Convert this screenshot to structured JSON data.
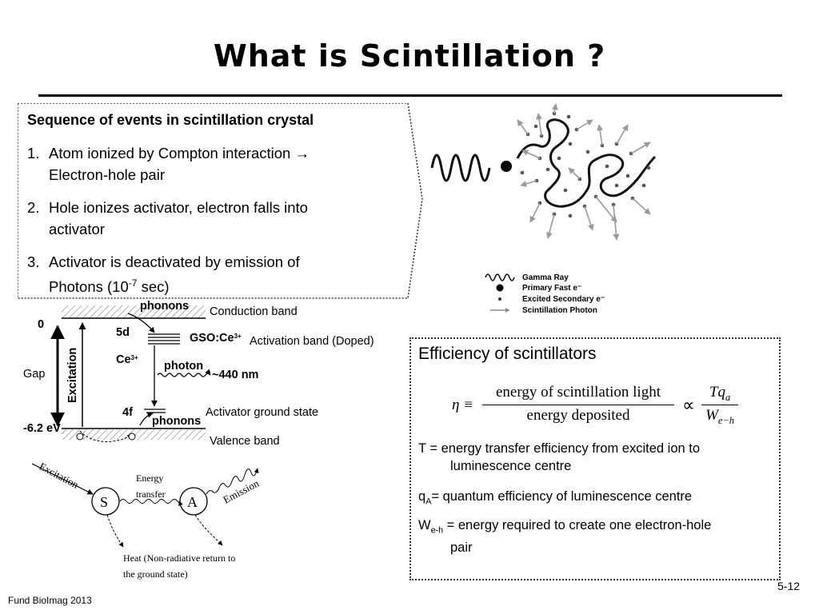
{
  "title": "What is Scintillation ?",
  "sequence": {
    "heading": "Sequence of events in scintillation crystal",
    "items": [
      {
        "num": "1.",
        "line1": "Atom ionized by Compton interaction →",
        "line2": "Electron-hole pair"
      },
      {
        "num": "2.",
        "line1": "Hole ionizes activator, electron falls into",
        "line2": "activator"
      },
      {
        "num": "3.",
        "line1": "Activator is deactivated by emission of",
        "line2_pre": "Photons (10",
        "line2_sup": "-7",
        "line2_post": " sec)"
      }
    ]
  },
  "legend": [
    "Gamma Ray",
    "Primary Fast e⁻",
    "Excited Secondary e⁻",
    "Scintillation Photon"
  ],
  "energy_diagram": {
    "phonons_top": "phonons",
    "level_zero": "0",
    "level_5d": "5d",
    "gso": "GSO:Ce",
    "gso_sup": "3+",
    "ce": "Ce",
    "ce_sup": "3+",
    "photon": "photon",
    "wavelength": "~440 nm",
    "excitation": "Excitation",
    "gap": "Gap",
    "level_4f": "4f",
    "phonons_bottom": "phonons",
    "level_low": "-6.2 eV",
    "conduction_band": "Conduction band",
    "activation_band": "Activation band (Doped)",
    "activator_ground": "Activator ground state",
    "valence_band": "Valence band"
  },
  "transfer_diagram": {
    "excitation": "Excitation",
    "energy": "Energy",
    "transfer": "transfer",
    "s": "S",
    "a": "A",
    "emission": "Emission",
    "heat1": "Heat (Non-radiative return to",
    "heat2": "the ground state)"
  },
  "efficiency": {
    "heading": "Efficiency of scintillators",
    "eta": "η ≡",
    "numerator": "energy of scintillation light",
    "denominator": "energy deposited",
    "propto": "∝",
    "rhs_num": "Tq",
    "rhs_num_sub": "a",
    "rhs_den": "W",
    "rhs_den_sub": "e−h",
    "line_t": "T = energy transfer efficiency from excited ion to",
    "line_t2": "luminescence centre",
    "line_q_pre": "q",
    "line_q_sub": "A",
    "line_q_post": "= quantum efficiency of luminescence centre",
    "line_w_pre": "W",
    "line_w_sub": "e-h",
    "line_w_post": " = energy required to create one electron-hole",
    "line_w2": "pair"
  },
  "footer": "Fund BioImag 2013",
  "page_number": "5-12"
}
